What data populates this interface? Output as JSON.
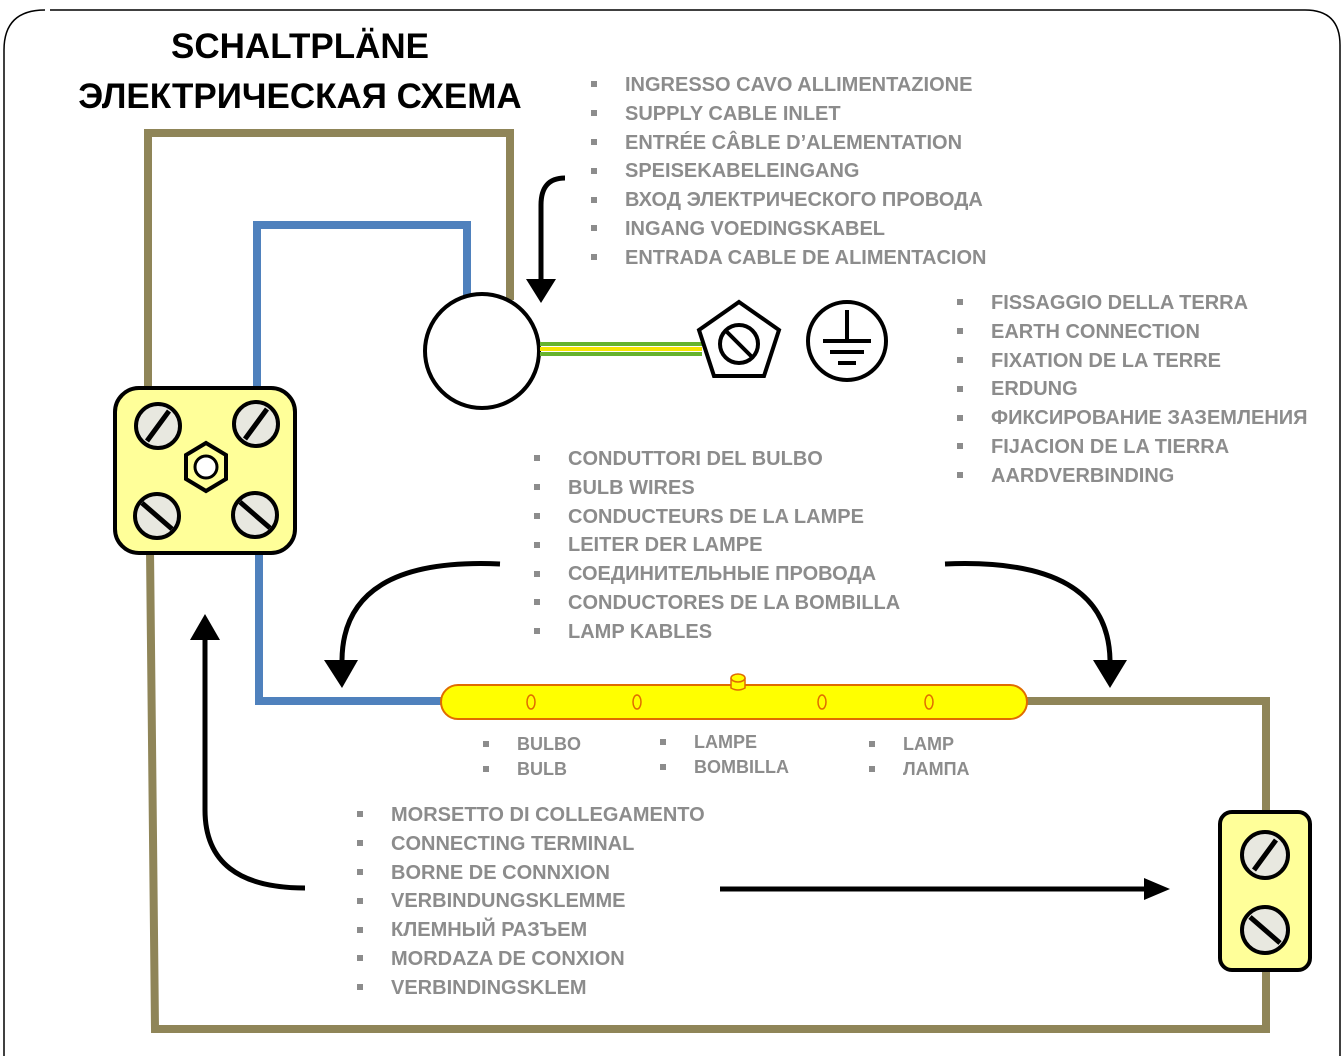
{
  "title": {
    "line1": "SCHALTPLÄNE",
    "line2": "ЭЛЕКТРИЧЕСКАЯ СХЕМА"
  },
  "supply_inlet": [
    "INGRESSO CAVO ALLIMENTAZIONE",
    "SUPPLY CABLE INLET",
    "ENTRÉE CÂBLE D’ALEMENTATION",
    "SPEISEKABELEINGANG",
    "ВХОД ЭЛЕКТРИЧЕСКОГО ПРОВОДА",
    "INGANG VOEDINGSKABEL",
    "ENTRADA CABLE DE ALIMENTACION"
  ],
  "earth_connection": [
    "FISSAGGIO DELLA TERRA",
    "EARTH CONNECTION",
    "FIXATION DE LA TERRE",
    "ERDUNG",
    "ФИКСИРОВАНИЕ ЗАЗЕМЛЕНИЯ",
    "FIJACION DE LA TIERRA",
    "AARDVERBINDING"
  ],
  "bulb_wires": [
    "CONDUTTORI DEL BULBO",
    "BULB WIRES",
    "CONDUCTEURS DE LA LAMPE",
    "LEITER DER LAMPE",
    "СОЕДИНИТЕЛЬНЫЕ ПРОВОДА",
    "CONDUCTORES DE LA BOMBILLA",
    "LAMP KABLES"
  ],
  "bulb_labels": {
    "col1": [
      "BULBO",
      "BULB"
    ],
    "col2": [
      "LAMPE",
      "BOMBILLA"
    ],
    "col3": [
      "LAMP",
      "ЛАМПА"
    ]
  },
  "connecting_terminal": [
    "MORSETTO DI COLLEGAMENTO",
    "CONNECTING TERMINAL",
    "BORNE DE CONNXION",
    "VERBINDUNGSKLEMME",
    "КЛЕМНЫЙ РАЗЪЕМ",
    "MORDAZA DE CONXION",
    "VERBINDINGSKLEM"
  ],
  "colors": {
    "phase_wire": "#8f8558",
    "neutral_wire": "#4f81bd",
    "earth_wire_green": "#66b32e",
    "earth_wire_yellow": "#f5e500",
    "terminal_fill": "#ffff99",
    "bulb_fill": "#ffff00",
    "bulb_outline": "#e06c00",
    "label_gray": "#8c8c8c"
  }
}
